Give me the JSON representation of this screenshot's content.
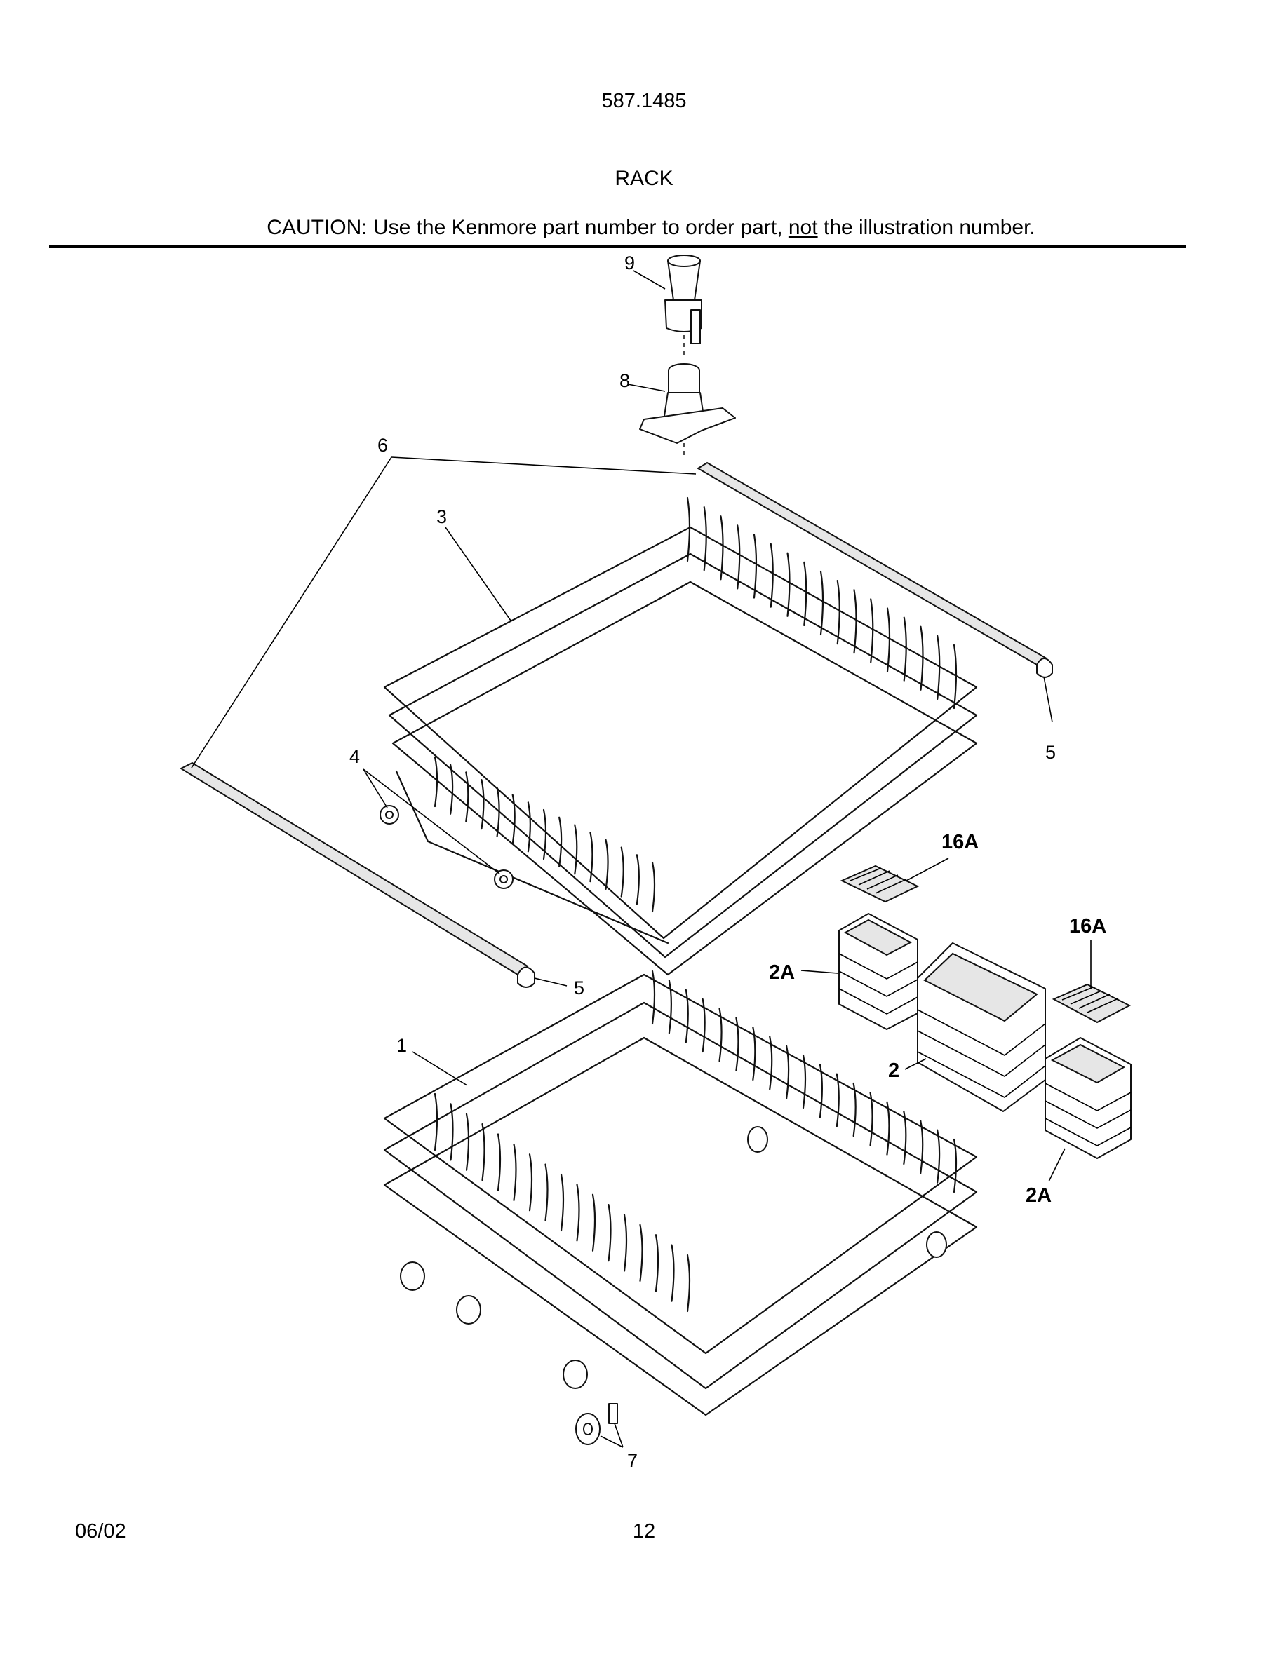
{
  "header": {
    "model_number": "587.1485",
    "section_title": "RACK",
    "caution_prefix": "CAUTION: Use the Kenmore part number to order part, ",
    "caution_emphasis": "not",
    "caution_suffix": " the illustration number."
  },
  "footer": {
    "date": "06/02",
    "page_number": "12"
  },
  "callouts": {
    "item_9": "9",
    "item_8": "8",
    "item_6": "6",
    "item_3": "3",
    "item_4": "4",
    "item_5_top": "5",
    "item_16A_upper": "16A",
    "item_16A_lower": "16A",
    "item_2A_left": "2A",
    "item_5_bottom": "5",
    "item_1": "1",
    "item_2": "2",
    "item_2A_right": "2A",
    "item_7": "7"
  }
}
